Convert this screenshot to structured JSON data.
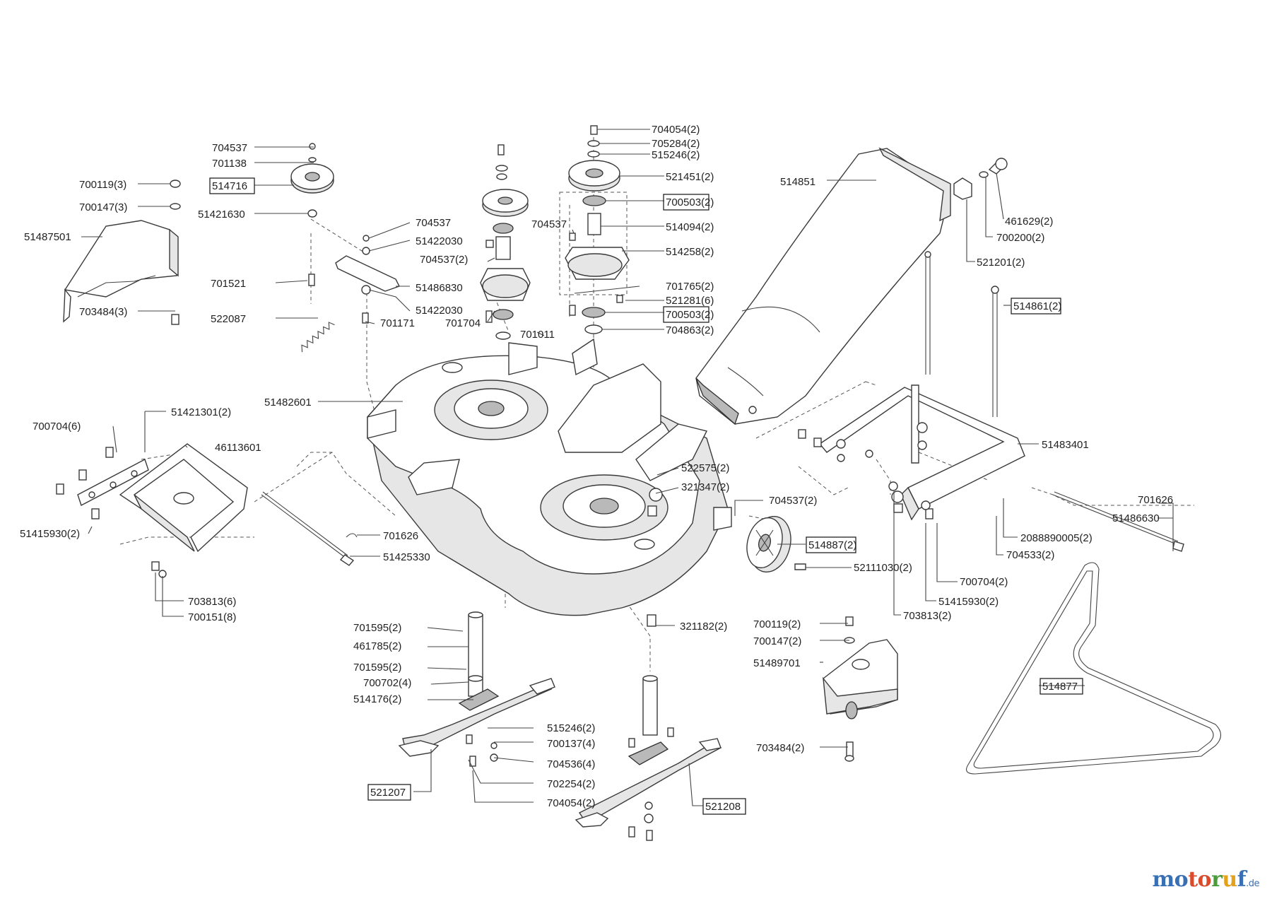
{
  "labels": [
    {
      "t": "704054(2)"
    },
    {
      "t": "705284(2)"
    },
    {
      "t": "515246(2)"
    },
    {
      "t": "521451(2)"
    },
    {
      "t": "700503(2)"
    },
    {
      "t": "514094(2)"
    },
    {
      "t": "514258(2)"
    },
    {
      "t": "701765(2)"
    },
    {
      "t": "521281(6)"
    },
    {
      "t": "700503(2)"
    },
    {
      "t": "704863(2)"
    },
    {
      "t": "704537"
    },
    {
      "t": "701138"
    },
    {
      "t": "514716"
    },
    {
      "t": "51421630"
    },
    {
      "t": "700119(3)"
    },
    {
      "t": "700147(3)"
    },
    {
      "t": "51487501"
    },
    {
      "t": "703484(3)"
    },
    {
      "t": "704537"
    },
    {
      "t": "51422030"
    },
    {
      "t": "704537(2)"
    },
    {
      "t": "51486830"
    },
    {
      "t": "701521"
    },
    {
      "t": "51422030"
    },
    {
      "t": "522087"
    },
    {
      "t": "701171"
    },
    {
      "t": "701704"
    },
    {
      "t": "701011"
    },
    {
      "t": "704537"
    },
    {
      "t": "514851"
    },
    {
      "t": "461629(2)"
    },
    {
      "t": "700200(2)"
    },
    {
      "t": "521201(2)"
    },
    {
      "t": "514861(2)"
    },
    {
      "t": "51482601"
    },
    {
      "t": "51421301(2)"
    },
    {
      "t": "700704(6)"
    },
    {
      "t": "46113601"
    },
    {
      "t": "51415930(2)"
    },
    {
      "t": "701626"
    },
    {
      "t": "51425330"
    },
    {
      "t": "703813(6)"
    },
    {
      "t": "700151(8)"
    },
    {
      "t": "522575(2)"
    },
    {
      "t": "321347(2)"
    },
    {
      "t": "704537(2)"
    },
    {
      "t": "514887(2)"
    },
    {
      "t": "52111030(2)"
    },
    {
      "t": "51483401"
    },
    {
      "t": "701626"
    },
    {
      "t": "51486630"
    },
    {
      "t": "2088890005(2)"
    },
    {
      "t": "704533(2)"
    },
    {
      "t": "700704(2)"
    },
    {
      "t": "51415930(2)"
    },
    {
      "t": "703813(2)"
    },
    {
      "t": "321182(2)"
    },
    {
      "t": "700119(2)"
    },
    {
      "t": "700147(2)"
    },
    {
      "t": "51489701"
    },
    {
      "t": "703484(2)"
    },
    {
      "t": "514877"
    },
    {
      "t": "701595(2)"
    },
    {
      "t": "461785(2)"
    },
    {
      "t": "701595(2)"
    },
    {
      "t": "700702(4)"
    },
    {
      "t": "514176(2)"
    },
    {
      "t": "515246(2)"
    },
    {
      "t": "700137(4)"
    },
    {
      "t": "704536(4)"
    },
    {
      "t": "702254(2)"
    },
    {
      "t": "704054(2)"
    },
    {
      "t": "521207"
    },
    {
      "t": "521208"
    }
  ],
  "watermark": {
    "letters": [
      "mo",
      "to",
      "r",
      "u",
      "f"
    ],
    "suffix": ".de"
  }
}
